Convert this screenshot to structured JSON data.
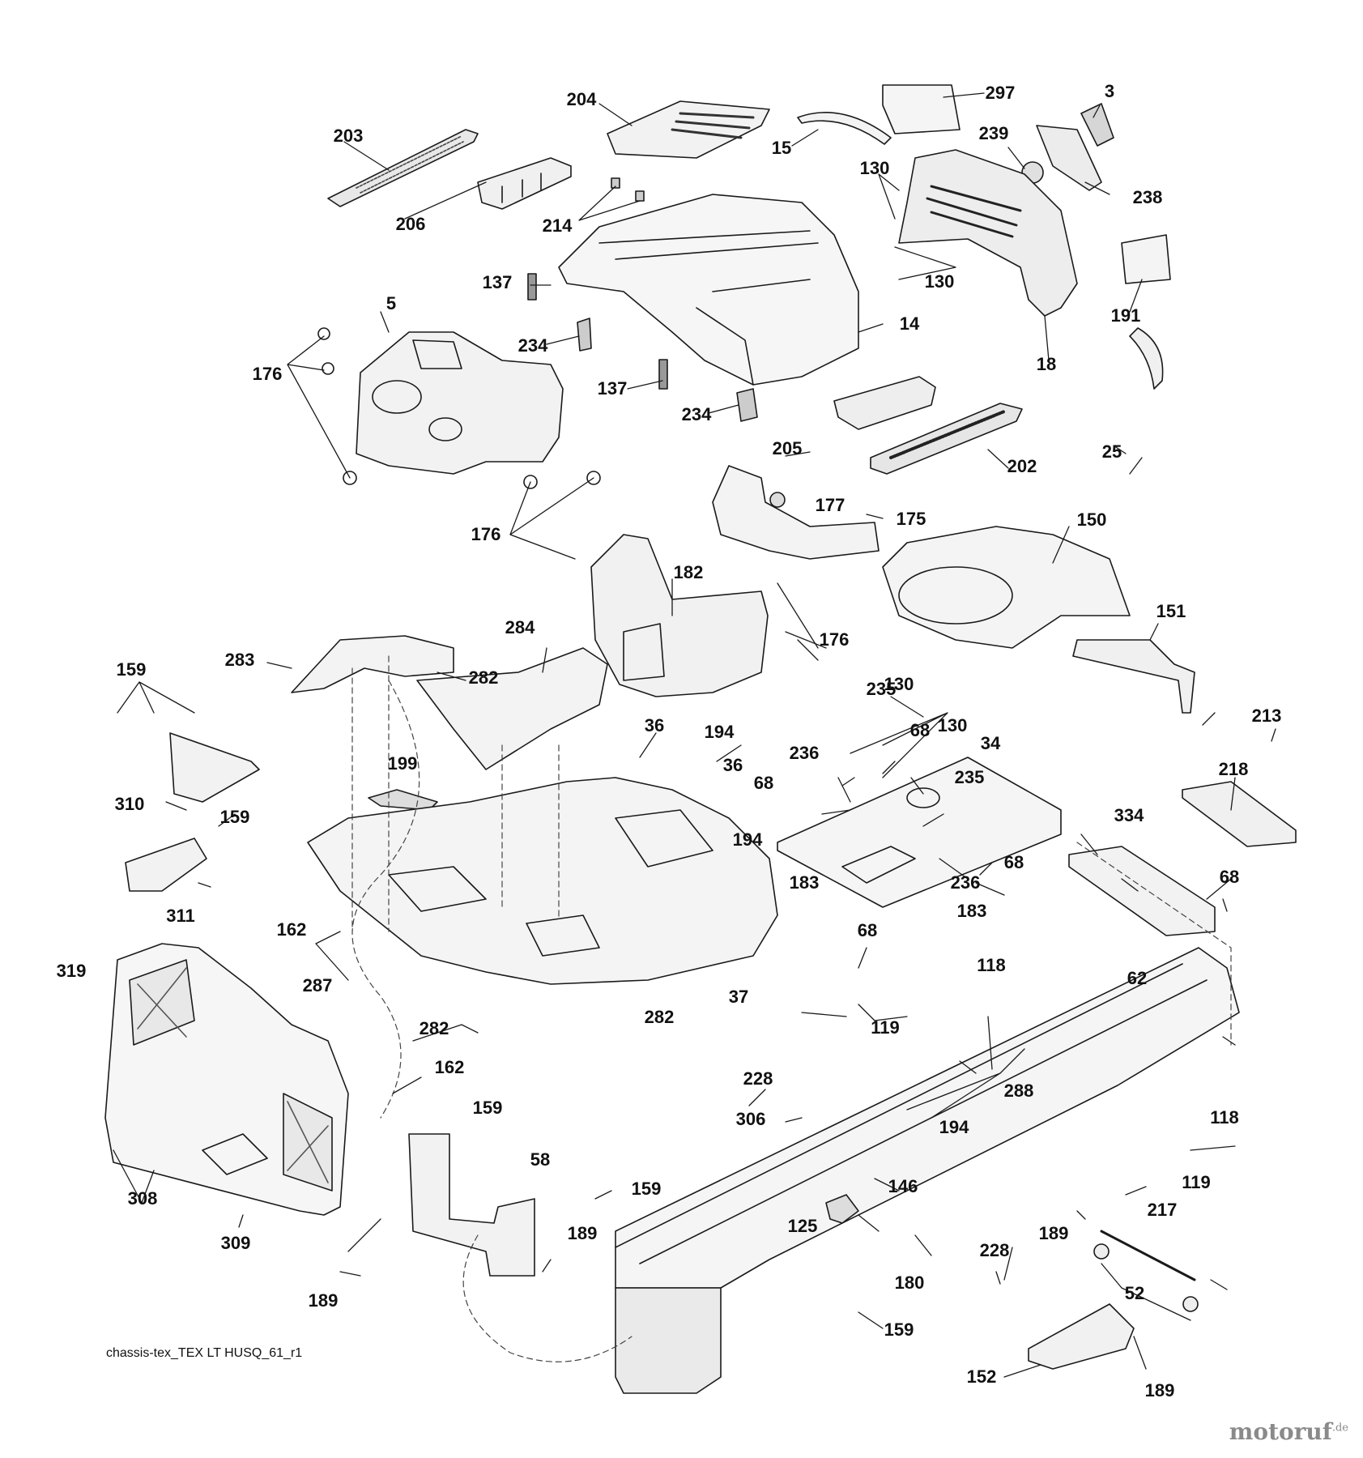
{
  "diagram": {
    "caption": "chassis-tex_TEX LT HUSQ_61_r1",
    "labels": [
      "203",
      "204",
      "297",
      "3",
      "15",
      "239",
      "130",
      "238",
      "206",
      "214",
      "137",
      "5",
      "14",
      "130",
      "191",
      "18",
      "234",
      "176",
      "137",
      "234",
      "25",
      "205",
      "202",
      "177",
      "175",
      "150",
      "176",
      "182",
      "151",
      "284",
      "283",
      "282",
      "176",
      "159",
      "130",
      "235",
      "130",
      "213",
      "36",
      "194",
      "68",
      "236",
      "34",
      "218",
      "199",
      "235",
      "36",
      "68",
      "310",
      "194",
      "334",
      "159",
      "236",
      "68",
      "183",
      "183",
      "68",
      "311",
      "68",
      "162",
      "287",
      "62",
      "319",
      "37",
      "118",
      "282",
      "119",
      "282",
      "162",
      "228",
      "288",
      "159",
      "306",
      "194",
      "118",
      "58",
      "146",
      "308",
      "159",
      "125",
      "119",
      "217",
      "309",
      "189",
      "228",
      "189",
      "180",
      "189",
      "52",
      "159",
      "152",
      "189"
    ],
    "watermark": {
      "name": "motoruf",
      "suffix": ".de"
    }
  }
}
